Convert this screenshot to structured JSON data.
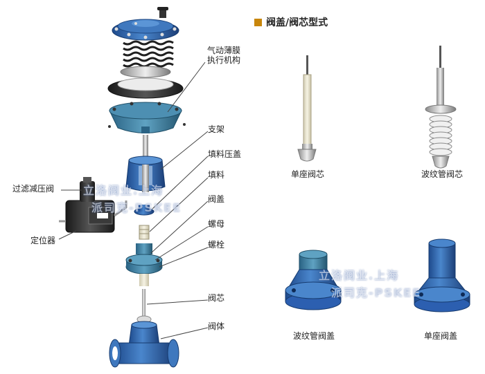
{
  "header": {
    "title": "阀盖/阀芯型式",
    "accent_color": "#c8860b"
  },
  "labels": {
    "actuator_line1": "气动薄膜",
    "actuator_line2": "执行机构",
    "bracket": "支架",
    "packing_gland": "填料压盖",
    "packing": "填料",
    "bonnet": "阀盖",
    "nut": "螺母",
    "bolt": "螺栓",
    "plug": "阀芯",
    "body": "阀体",
    "filter_regulator": "过滤减压阀",
    "positioner": "定位器"
  },
  "captions": {
    "single_seat_plug": "单座阀芯",
    "bellows_plug": "波纹管阀芯",
    "bellows_bonnet": "波纹管阀盖",
    "single_seat_bonnet": "单座阀盖"
  },
  "watermark": {
    "line1": "立洛阀业.上海",
    "line2": "派司克-PSKEE"
  },
  "colors": {
    "blue": "#2c5fb0",
    "teal": "#3a7aa0",
    "dark": "#2a2a2a",
    "leader": "#444444"
  }
}
